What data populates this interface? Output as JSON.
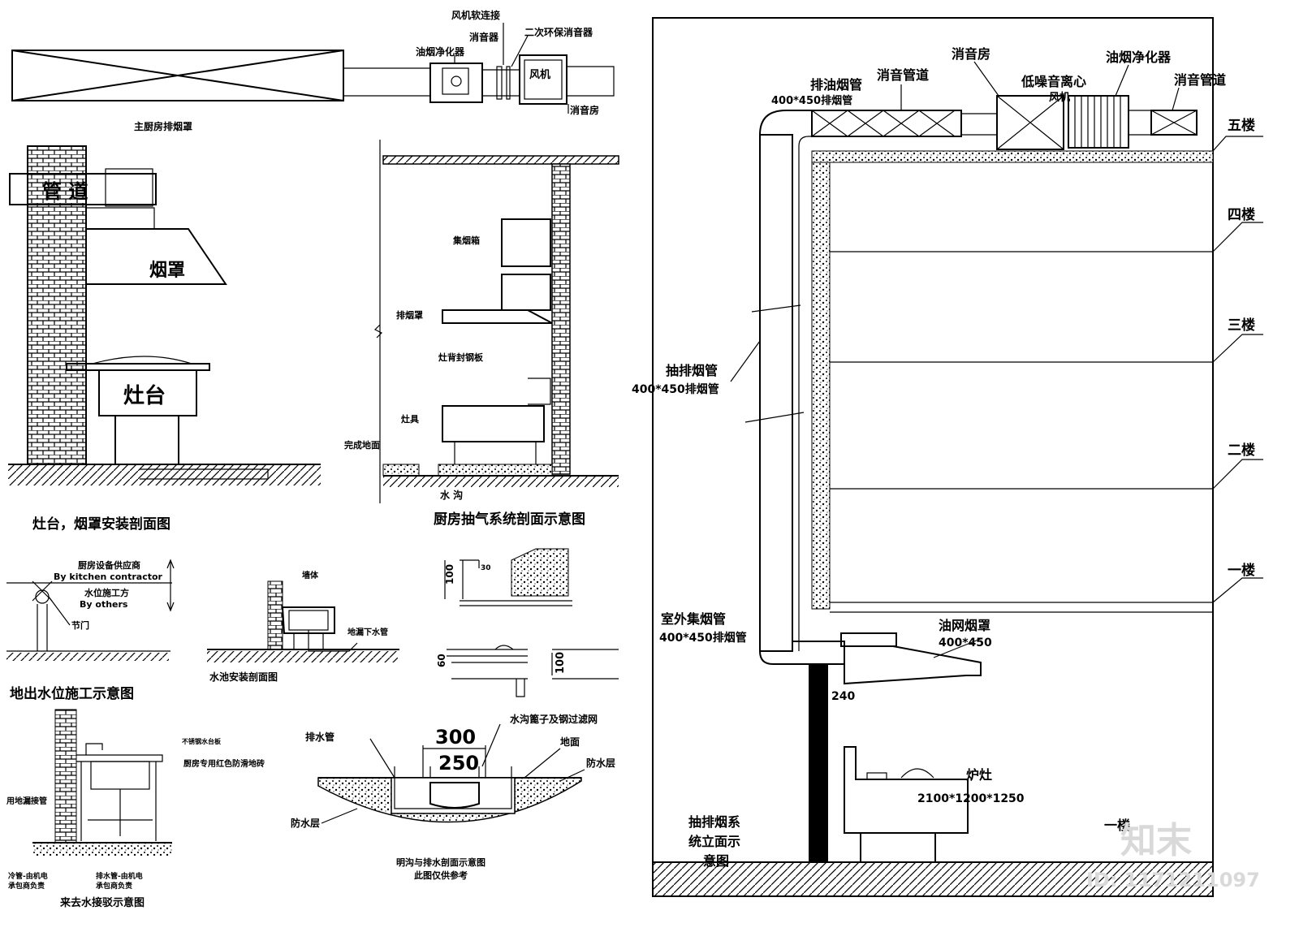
{
  "top_left": {
    "hood_plan_label": "主厨房排烟罩",
    "fan_soft_connection": "风机软连接",
    "secondary_muffler": "二次环保消音器",
    "smoke_purifier": "油烟净化器",
    "muffler": "消音器",
    "fan": "风机",
    "muffler_room": "消音房"
  },
  "stove_section": {
    "duct": "管   道",
    "hood": "烟罩",
    "stove": "灶台",
    "title": "灶台，烟罩安装剖面图"
  },
  "exhaust_section": {
    "air_intake": "集烟箱",
    "exhaust_hood": "排烟罩",
    "stove_wall": "灶背封钢板",
    "cooker": "灶具",
    "floor": "完成地面",
    "drain": "水 沟",
    "title": "厨房抽气系统剖面示意图"
  },
  "water_outlet": {
    "note_1": "厨房设备供应商",
    "note_2": "By kitchen contractor",
    "note_3": "水位施工方",
    "note_4": "By others",
    "valve": "节门",
    "title": "地出水位施工示意图"
  },
  "sink_section": {
    "wall": "墙体",
    "pipe": "地漏下水管",
    "title": "水池安装剖面图"
  },
  "details": {
    "dim_100_a": "100",
    "dim_30": "30",
    "dim_60": "60",
    "dim_100_b": "100"
  },
  "drain_section": {
    "drain_pipe": "排水管",
    "width_outer": "300",
    "width_inner": "250",
    "grate": "水沟篦子及钢过滤网",
    "ground": "地面",
    "waterproof_right": "防水层",
    "waterproof_left": "防水层",
    "title_1": "明沟与排水剖面示意图",
    "title_2": "此图仅供参考"
  },
  "basin": {
    "top_note": "不锈钢水台板",
    "right_note": "厨房专用红色防滑地砖",
    "left_note": "用地漏接管",
    "bottom_note_1": "冷管-由机电",
    "bottom_note_2": "承包商负责",
    "bottom_note_3": "排水管-由机电",
    "bottom_note_4": "承包商负责",
    "title": "来去水接驳示意图"
  },
  "elevation": {
    "muffler_room": "消音房",
    "purifier": "油烟净化器",
    "duct_label": "排油烟管",
    "duct_size": "400*450排烟管",
    "muffler_duct": "消音管道",
    "centrifugal_fan": "低噪音离心",
    "fan_word": "风机",
    "muffler_duct_right": "消音管道",
    "floors": [
      "五楼",
      "四楼",
      "三楼",
      "二楼",
      "一楼"
    ],
    "exhaust_pipe": "抽排烟管",
    "exhaust_pipe_size": "400*450排烟管",
    "outdoor_pipe": "室外集烟管",
    "outdoor_pipe_size": "400*450排烟管",
    "hood": "油网烟罩",
    "hood_size": "400*450",
    "dim_240": "240",
    "stove": "炉灶",
    "stove_size": "2100*1200*1250",
    "ground_floor": "一楼",
    "title_1": "抽排烟系",
    "title_2": "统立面示",
    "title_3": "意图"
  },
  "watermark": {
    "logo": "知末",
    "id": "ID: 1171211097"
  }
}
